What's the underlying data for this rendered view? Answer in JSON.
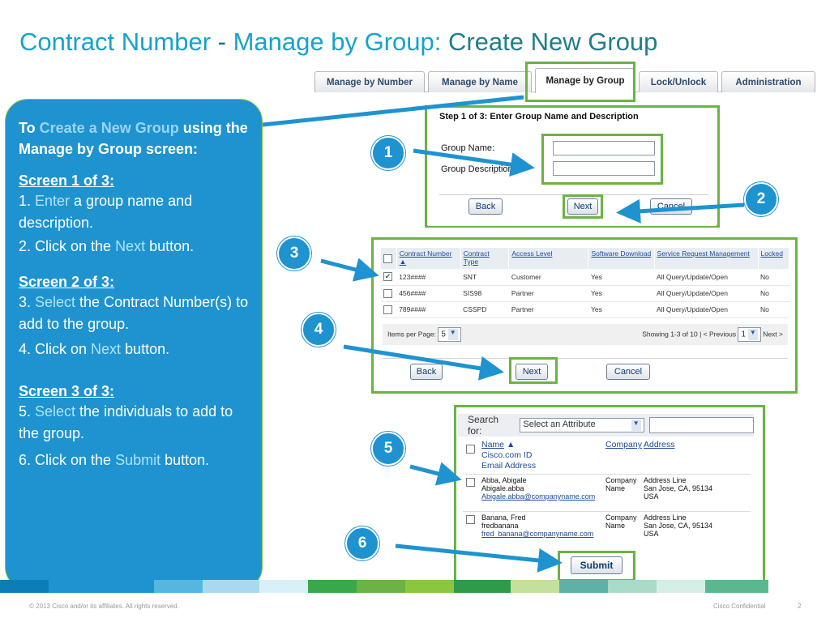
{
  "title": {
    "part1": "Contract Number ",
    "sep": "-",
    "part2": " Manage by Group: ",
    "part3": "Create New Group"
  },
  "tabs": [
    "Manage by Number",
    "Manage by Name",
    "Manage by Group",
    "Lock/Unlock",
    "Administration"
  ],
  "callout": {
    "intro_a": "To ",
    "intro_b": "Create a New Group",
    "intro_c": " using the Manage by Group screen:",
    "screen1_head": "Screen 1 of 3:",
    "s1_item1_a": "1. ",
    "s1_item1_b": "Enter",
    "s1_item1_c": " a group name and description.",
    "s1_item2_a": "2. Click on the ",
    "s1_item2_b": "Next",
    "s1_item2_c": " button.",
    "screen2_head": "Screen 2 of 3:",
    "s2_item3_a": "3. ",
    "s2_item3_b": "Select",
    "s2_item3_c": " the Contract Number(s) to add to the group.",
    "s2_item4_a": "4. Click on ",
    "s2_item4_b": "Next",
    "s2_item4_c": " button.",
    "screen3_head": "Screen 3 of 3:",
    "s3_item5_a": "5. ",
    "s3_item5_b": "Select",
    "s3_item5_c": " the individuals to add to the group.",
    "s3_item6_a": "6. Click on the ",
    "s3_item6_b": "Submit",
    "s3_item6_c": " button."
  },
  "numbers": [
    "1",
    "2",
    "3",
    "4",
    "5",
    "6"
  ],
  "screen1": {
    "step": "Step 1 of 3: Enter Group Name and Description",
    "group_name_label": "Group Name:",
    "group_desc_label": "Group Description:",
    "group_name_value": "",
    "group_desc_value": "",
    "back": "Back",
    "next": "Next",
    "cancel": "Cancel"
  },
  "screen2": {
    "headers": [
      "Contract Number",
      "Contract Type",
      "Access Level",
      "Software Download",
      "Service Request Management",
      "Locked"
    ],
    "rows": [
      {
        "checked": true,
        "cells": [
          "123####",
          "SNT",
          "Customer",
          "Yes",
          "All Query/Update/Open",
          "No"
        ]
      },
      {
        "checked": false,
        "cells": [
          "456####",
          "SIS98",
          "Partner",
          "Yes",
          "All Query/Update/Open",
          "No"
        ]
      },
      {
        "checked": false,
        "cells": [
          "789####",
          "CSSPD",
          "Partner",
          "Yes",
          "All Query/Update/Open",
          "No"
        ]
      }
    ],
    "items_per_page_label": "Items per Page:",
    "items_per_page_value": "5",
    "showing": "Showing 1-3 of 10  | <  Previous",
    "page_value": "1",
    "next_link": "Next  >",
    "back": "Back",
    "next": "Next",
    "cancel": "Cancel"
  },
  "screen3": {
    "search_label": "Search for:",
    "search_select": "Select an Attribute",
    "col_name": "Name",
    "col_name_sub1": "Cisco.com ID",
    "col_name_sub2": "Email Address",
    "col_company": "Company",
    "col_address": "Address",
    "people": [
      {
        "name": "Abba, Abigale",
        "id": "Abigale.abba",
        "email": "Abigale.abba@companyname.com",
        "company": "Company Name",
        "address1": "Address Line",
        "address2": "San Jose, CA, 95134",
        "address3": "USA"
      },
      {
        "name": "Banana, Fred",
        "id": "fredbanana",
        "email": "fred_banana@companyname.com",
        "company": "Company Name",
        "address1": "Address Line",
        "address2": "San Jose, CA, 95134",
        "address3": "USA"
      }
    ],
    "submit": "Submit"
  },
  "footer": {
    "copyright": "© 2013 Cisco and/or its affiliates. All rights reserved.",
    "confidential": "Cisco Confidential",
    "page": "2"
  },
  "colors": {
    "accent_blue": "#1e93d0",
    "green_highlight": "#6ab344",
    "title_blue": "#16a3c9"
  }
}
